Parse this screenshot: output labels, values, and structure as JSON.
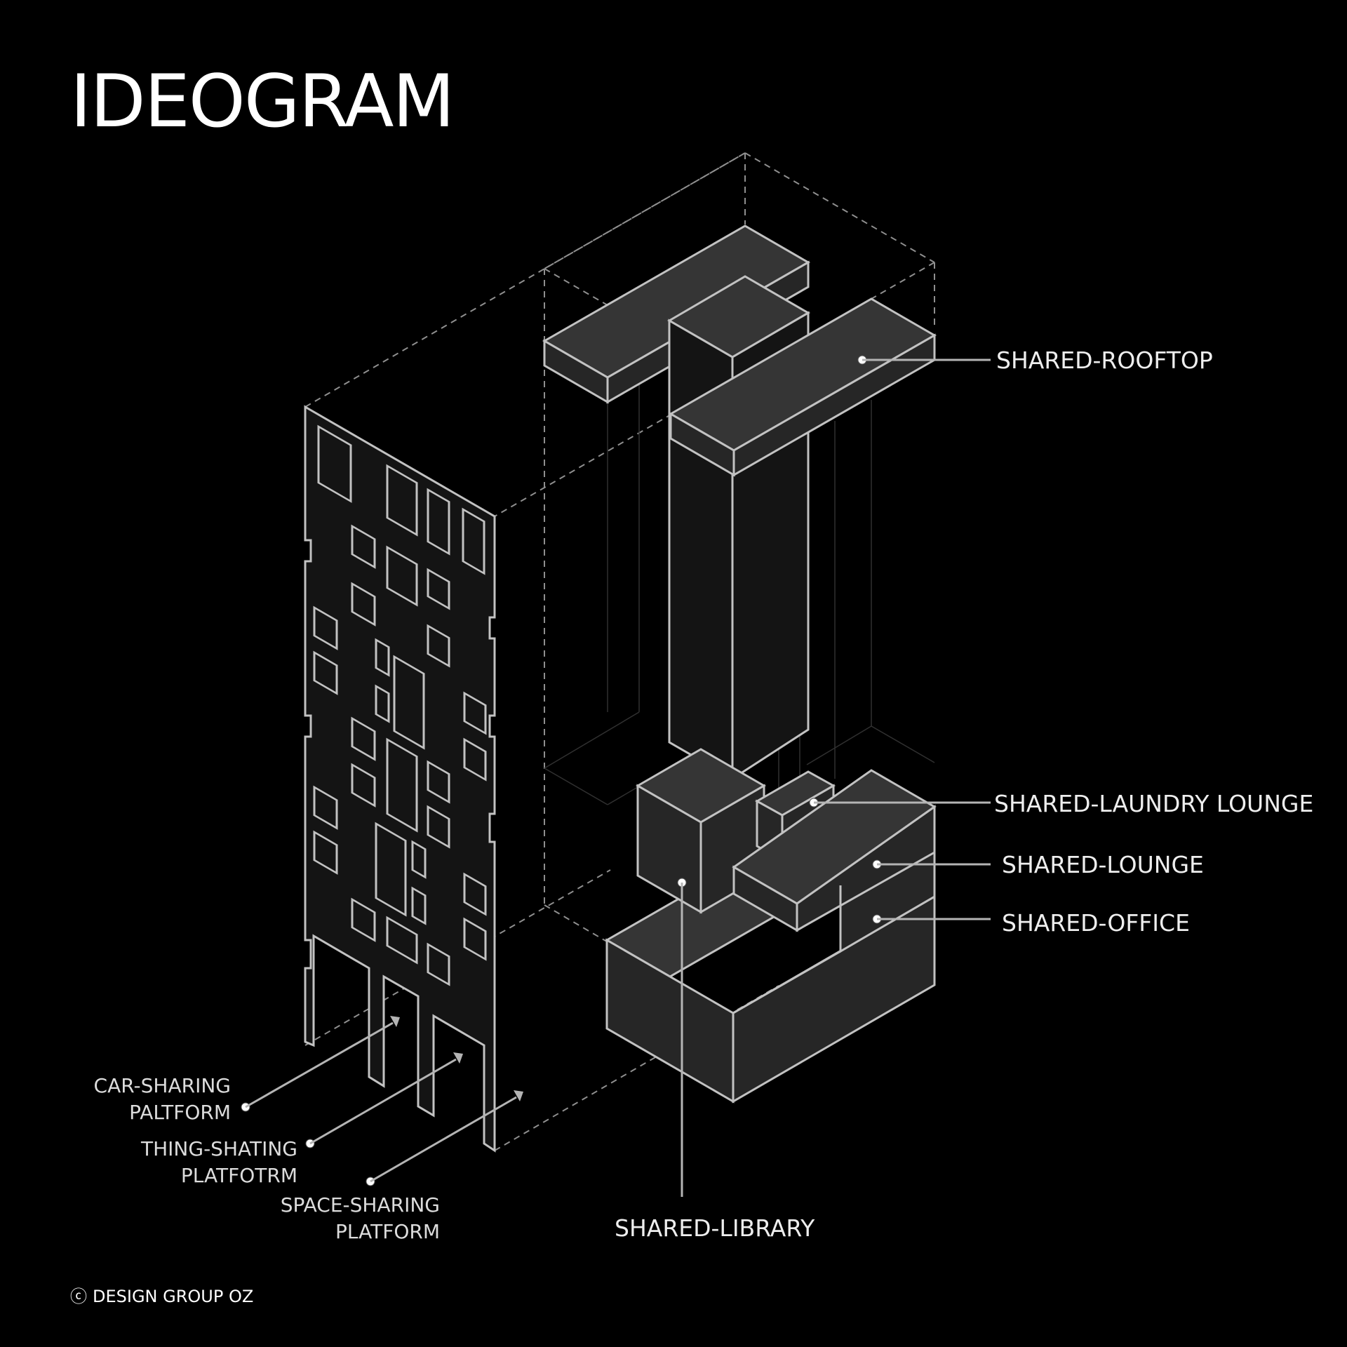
{
  "title": "IDEOGRAM",
  "footer": "DESIGN GROUP OZ",
  "footer_symbol": "ⓒ",
  "labels": {
    "shared_rooftop": "SHARED-ROOFTOP",
    "shared_laundry_lounge": "SHARED-LAUNDRY LOUNGE",
    "shared_lounge": "SHARED-LOUNGE",
    "shared_office": "SHARED-OFFICE",
    "shared_library": "SHARED-LIBRARY",
    "car_sharing": [
      "CAR-SHARING",
      "PALTFORM"
    ],
    "thing_sharing": [
      "THING-SHATING",
      "PLATFOTRM"
    ],
    "space_sharing": [
      "SPACE-SHARING",
      "PLATFORM"
    ]
  },
  "colors": {
    "background": "#000000",
    "line": "#c2c2c2",
    "volume_top": "#353535",
    "volume_side": "#262626"
  }
}
